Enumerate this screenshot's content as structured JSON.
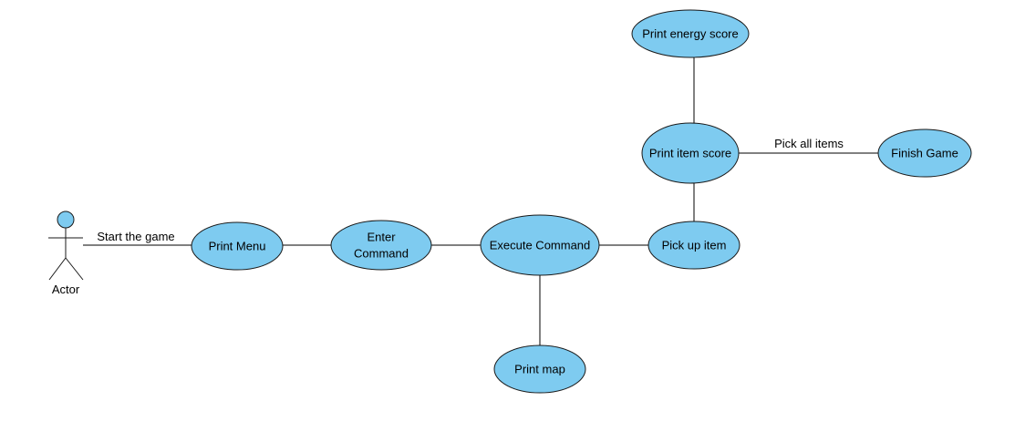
{
  "diagram": {
    "type": "use-case",
    "colors": {
      "node_fill": "#7ecbf0",
      "node_stroke": "#1a1a1a",
      "edge": "#000000",
      "background": "#ffffff"
    },
    "actor": {
      "id": "actor",
      "label": "Actor"
    },
    "use_cases": [
      {
        "id": "print-menu",
        "lines": [
          "Print Menu"
        ]
      },
      {
        "id": "enter-command",
        "lines": [
          "Enter",
          "Command"
        ]
      },
      {
        "id": "execute-command",
        "lines": [
          "Execute Command"
        ]
      },
      {
        "id": "print-map",
        "lines": [
          "Print map"
        ]
      },
      {
        "id": "pick-up-item",
        "lines": [
          "Pick up item"
        ]
      },
      {
        "id": "print-item-score",
        "lines": [
          "Print item score"
        ]
      },
      {
        "id": "print-energy-score",
        "lines": [
          "Print energy score"
        ]
      },
      {
        "id": "finish-game",
        "lines": [
          "Finish Game"
        ]
      }
    ],
    "associations": [
      {
        "from": "actor",
        "to": "print-menu",
        "label": "Start the game"
      },
      {
        "from": "print-menu",
        "to": "enter-command",
        "label": ""
      },
      {
        "from": "enter-command",
        "to": "execute-command",
        "label": ""
      },
      {
        "from": "execute-command",
        "to": "print-map",
        "label": ""
      },
      {
        "from": "execute-command",
        "to": "pick-up-item",
        "label": ""
      },
      {
        "from": "pick-up-item",
        "to": "print-item-score",
        "label": ""
      },
      {
        "from": "print-item-score",
        "to": "print-energy-score",
        "label": ""
      },
      {
        "from": "print-item-score",
        "to": "finish-game",
        "label": "Pick all items"
      }
    ]
  }
}
